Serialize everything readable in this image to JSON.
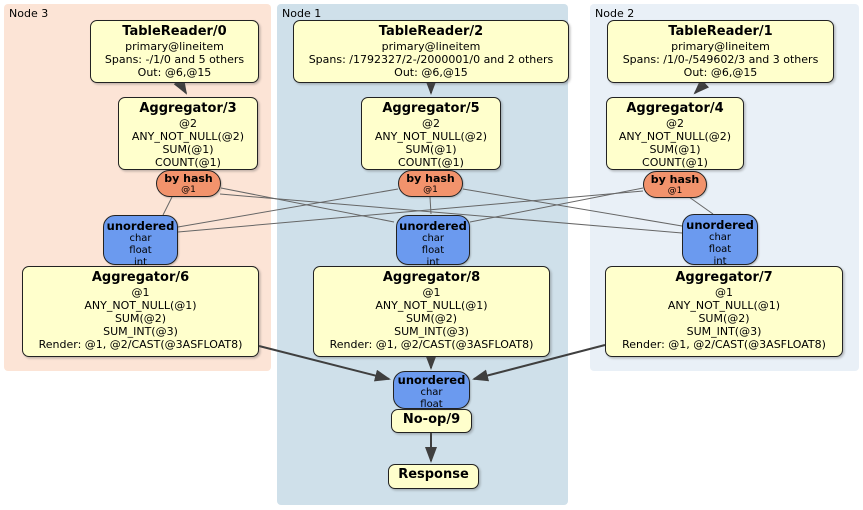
{
  "regions": [
    {
      "label": "Node 3"
    },
    {
      "label": "Node 1"
    },
    {
      "label": "Node 2"
    }
  ],
  "processors": {
    "tr0": {
      "title": "TableReader/0",
      "lines": [
        "primary@lineitem",
        "Spans: -/1/0 and 5 others",
        "Out: @6,@15"
      ]
    },
    "tr2": {
      "title": "TableReader/2",
      "lines": [
        "primary@lineitem",
        "Spans: /1792327/2-/2000001/0 and 2 others",
        "Out: @6,@15"
      ]
    },
    "tr1": {
      "title": "TableReader/1",
      "lines": [
        "primary@lineitem",
        "Spans: /1/0-/549602/3 and 3 others",
        "Out: @6,@15"
      ]
    },
    "agg3": {
      "title": "Aggregator/3",
      "lines": [
        "@2",
        "ANY_NOT_NULL(@2)",
        "SUM(@1)",
        "COUNT(@1)"
      ]
    },
    "agg5": {
      "title": "Aggregator/5",
      "lines": [
        "@2",
        "ANY_NOT_NULL(@2)",
        "SUM(@1)",
        "COUNT(@1)"
      ]
    },
    "agg4": {
      "title": "Aggregator/4",
      "lines": [
        "@2",
        "ANY_NOT_NULL(@2)",
        "SUM(@1)",
        "COUNT(@1)"
      ]
    },
    "agg6": {
      "title": "Aggregator/6",
      "lines": [
        "@1",
        "ANY_NOT_NULL(@1)",
        "SUM(@2)",
        "SUM_INT(@3)",
        "Render: @1, @2/CAST(@3ASFLOAT8)"
      ]
    },
    "agg8": {
      "title": "Aggregator/8",
      "lines": [
        "@1",
        "ANY_NOT_NULL(@1)",
        "SUM(@2)",
        "SUM_INT(@3)",
        "Render: @1, @2/CAST(@3ASFLOAT8)"
      ]
    },
    "agg7": {
      "title": "Aggregator/7",
      "lines": [
        "@1",
        "ANY_NOT_NULL(@1)",
        "SUM(@2)",
        "SUM_INT(@3)",
        "Render: @1, @2/CAST(@3ASFLOAT8)"
      ]
    },
    "noop": {
      "title": "No-op/9"
    },
    "response": {
      "title": "Response"
    }
  },
  "routers": [
    {
      "label": "by hash",
      "detail": "@1"
    },
    {
      "label": "by hash",
      "detail": "@1"
    },
    {
      "label": "by hash",
      "detail": "@1"
    }
  ],
  "syncs": [
    {
      "label": "unordered",
      "types": [
        "char",
        "float",
        "int"
      ]
    },
    {
      "label": "unordered",
      "types": [
        "char",
        "float",
        "int"
      ]
    },
    {
      "label": "unordered",
      "types": [
        "char",
        "float",
        "int"
      ]
    },
    {
      "label": "unordered",
      "types": [
        "char",
        "float"
      ]
    }
  ],
  "colors": {
    "processor_fill": "#ffffcc",
    "router_fill": "#f2936c",
    "sync_fill": "#6b9aef",
    "node3_bg": "#fce4d6",
    "node1_bg": "#cfe0ea",
    "node2_bg": "#e9f0f7",
    "edge": "#444444"
  }
}
